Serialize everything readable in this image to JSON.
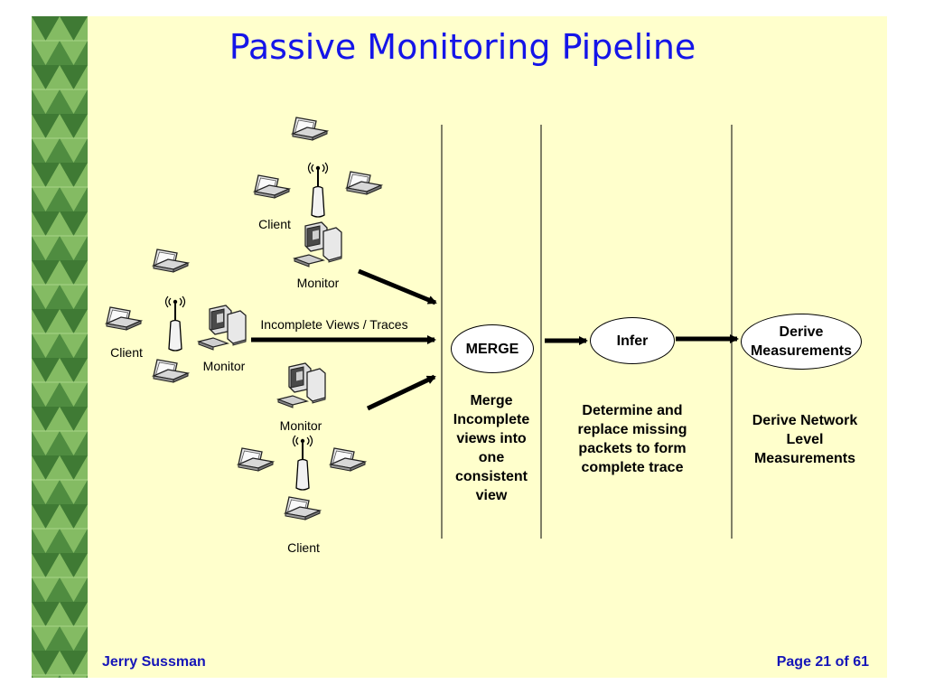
{
  "title": "Passive Monitoring Pipeline",
  "labels": {
    "client_top": "Client",
    "monitor_top": "Monitor",
    "client_left": "Client",
    "monitor_left": "Monitor",
    "incomplete_views": "Incomplete Views / Traces",
    "monitor_bottom": "Monitor",
    "client_bottom": "Client"
  },
  "stages": {
    "merge": {
      "label": "MERGE",
      "description": "Merge Incomplete views into one consistent view"
    },
    "infer": {
      "label": "Infer",
      "description": "Determine and replace missing packets to form complete trace"
    },
    "derive": {
      "label": "Derive Measurements",
      "description": "Derive Network Level Measurements"
    }
  },
  "footer": {
    "author": "Jerry Sussman",
    "page": "Page 21 of 61"
  },
  "colors": {
    "slide_background": "#ffffcc",
    "title": "#1515e8",
    "sidebar_light": "#8dc26d",
    "sidebar_dark": "#3f7a34",
    "footer": "#1515b8"
  }
}
